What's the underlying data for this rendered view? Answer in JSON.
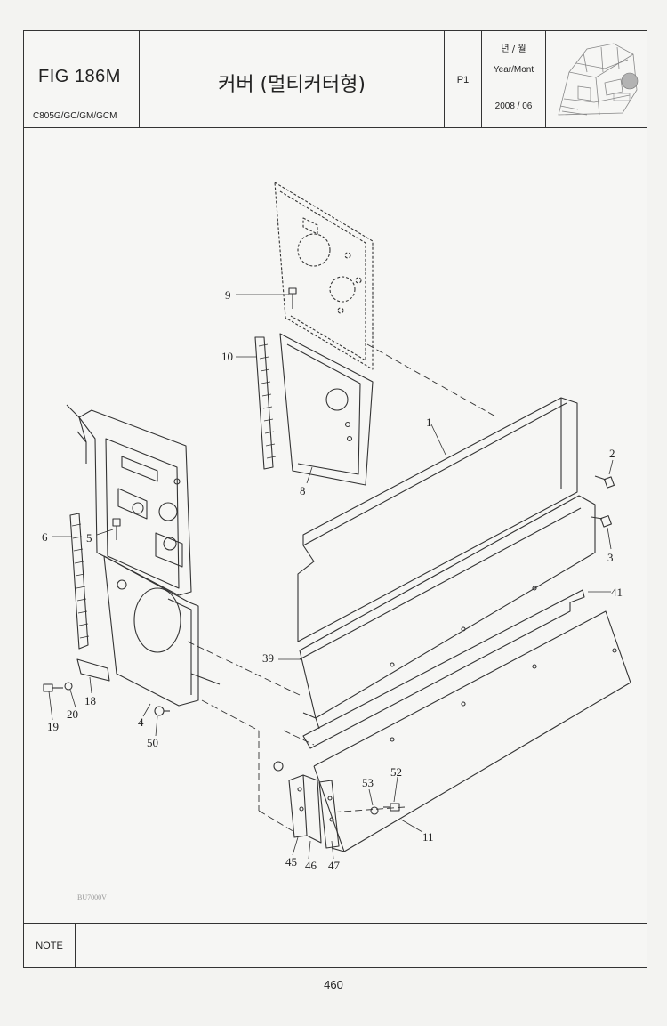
{
  "header": {
    "figure": "FIG 186M",
    "models": "C805G/GC/GM/GCM",
    "title": "커버 (멀티커터형)",
    "page_code": "P1",
    "year_month_ko": "년 / 월",
    "year_month_en": "Year/Mont",
    "date": "2008 / 06"
  },
  "parts": [
    "9",
    "10",
    "1",
    "2",
    "3",
    "41",
    "8",
    "6",
    "5",
    "39",
    "19",
    "20",
    "18",
    "4",
    "50",
    "53",
    "52",
    "11",
    "45",
    "46",
    "47"
  ],
  "drawing_code": "BU7000V",
  "note_label": "NOTE",
  "page_number": "460"
}
